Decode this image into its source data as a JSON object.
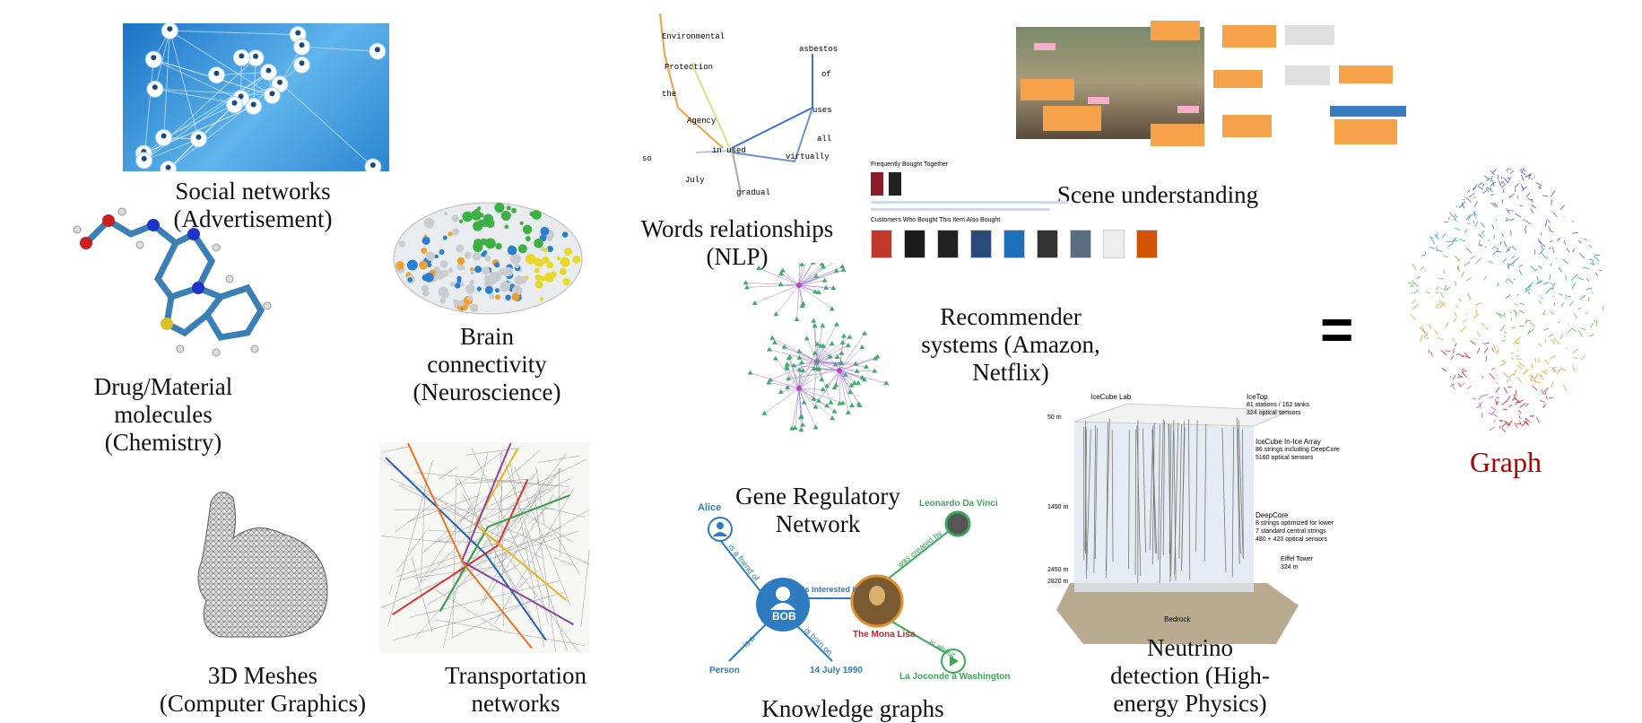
{
  "captions": {
    "social": [
      "Social networks",
      "(Advertisement)"
    ],
    "chemistry": [
      "Drug/Material",
      "molecules",
      "(Chemistry)"
    ],
    "brain": [
      "Brain",
      "connectivity",
      "(Neuroscience)"
    ],
    "nlp": [
      "Words relationships",
      "(NLP)"
    ],
    "scene": "Scene understanding",
    "recommender": [
      "Recommender",
      "systems (Amazon,",
      "Netflix)"
    ],
    "gene": [
      "Gene Regulatory",
      "Network"
    ],
    "meshes": [
      "3D Meshes",
      "(Computer Graphics)"
    ],
    "transport": [
      "Transportation",
      "networks"
    ],
    "knowledge": "Knowledge graphs",
    "neutrino": [
      "Neutrino",
      "detection (High-",
      "energy Physics)"
    ],
    "equals": "=",
    "graph": "Graph"
  },
  "nlp_words": [
    "Environmental",
    "Protection",
    "the",
    "Agency",
    "asbestos",
    "of",
    "uses",
    "all",
    "virtually",
    "in used",
    "gradual",
    "July",
    "so"
  ],
  "recommender_panel": {
    "heading1": "Frequently Bought Together",
    "heading2": "Customers Who Bought This Item Also Bought"
  },
  "knowledge_graph": {
    "nodes": {
      "alice": "Alice",
      "bob": "BOB",
      "mona": "The Mona Lisa",
      "leonardo": "Leonardo Da Vinci",
      "person": "Person",
      "date": "14 July 1990",
      "joconde": "La Joconde à Washington"
    },
    "edges": {
      "friend": "is a friend of",
      "interested": "is interested in",
      "isa": "is a",
      "born": "is born on",
      "created": "was created by",
      "about": "is about"
    }
  },
  "neutrino_labels": {
    "lab": "IceCube Lab",
    "icetop": "IceTop",
    "icetop_desc1": "81 stations / 162 tanks",
    "icetop_desc2": "324 optical sensors",
    "array": "IceCube In-Ice Array",
    "array_desc1": "86 strings including DeepCore",
    "array_desc2": "5160 optical sensors",
    "deepcore": "DeepCore",
    "deepcore_desc1": "8 strings optimized for lower",
    "deepcore_desc2": "7 standard central strings",
    "deepcore_desc3": "480 + 420 optical sensors",
    "eiffel": "Eiffel Tower",
    "eiffel_h": "324 m",
    "d50": "50 m",
    "d1450": "1450 m",
    "d2450": "2450 m",
    "d2820": "2820 m",
    "bedrock": "Bedrock"
  },
  "colors": {
    "graph_label": "#b00000",
    "kg_blue": "#2f7bbf",
    "kg_green": "#3aa856"
  }
}
